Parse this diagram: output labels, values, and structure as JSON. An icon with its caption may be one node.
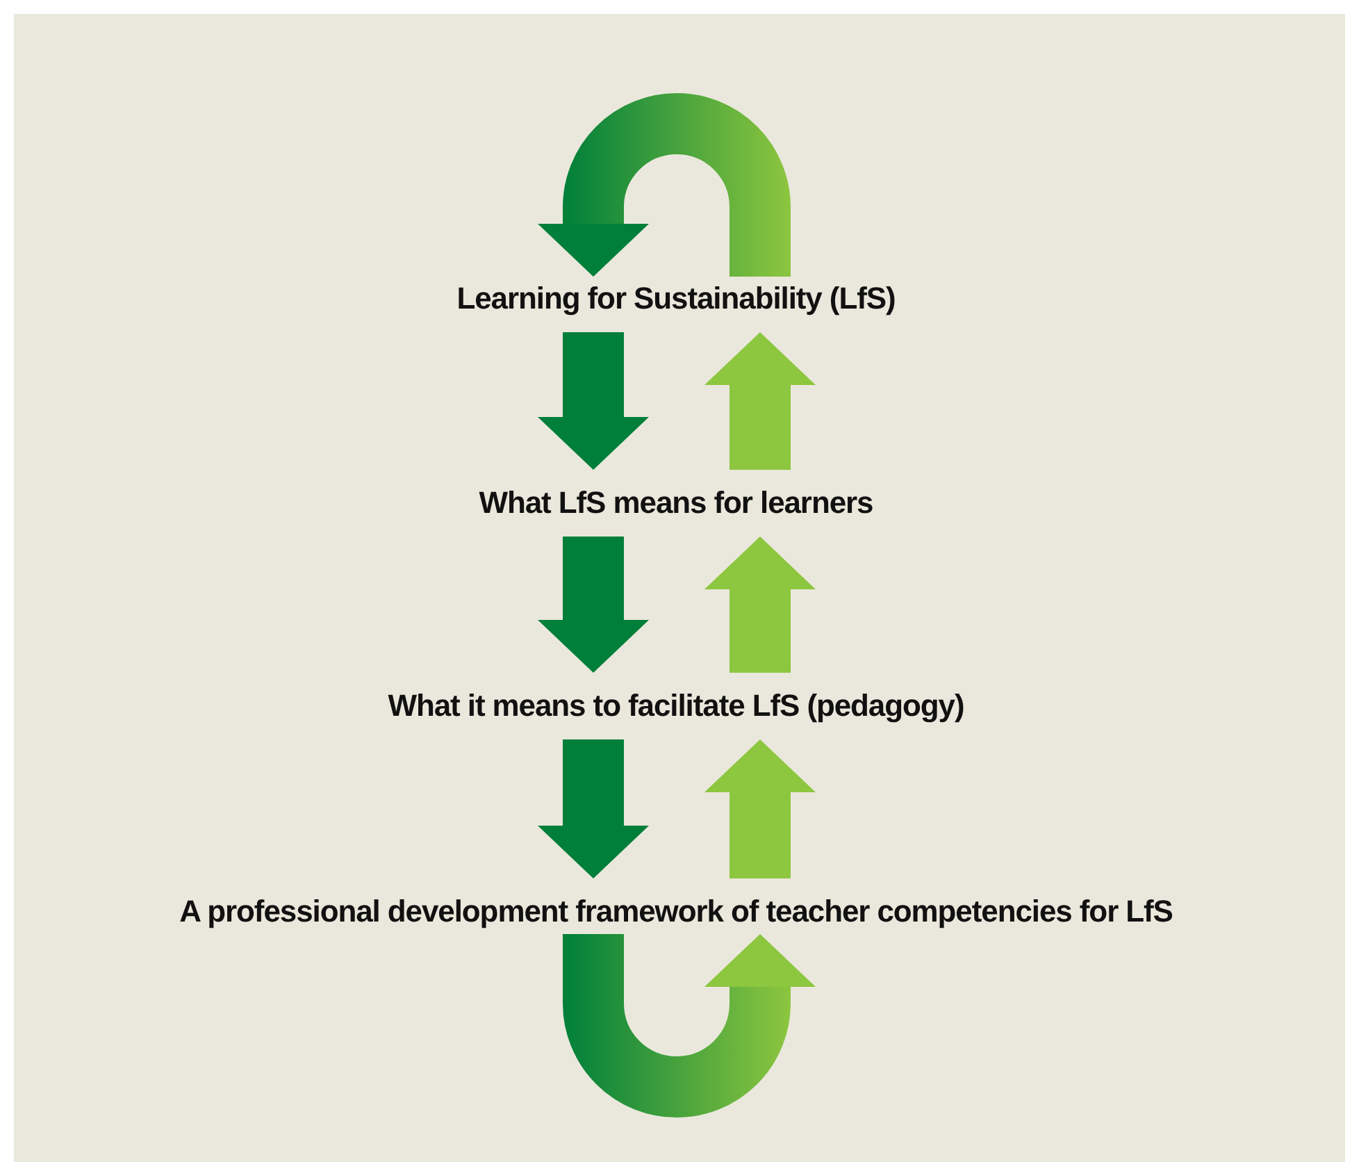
{
  "diagram": {
    "nodes": [
      {
        "text": [
          "Learning for Sustainability (LfS)"
        ]
      },
      {
        "text": [
          "What LfS means for learners"
        ]
      },
      {
        "text": [
          "What it means to facilitate LfS (pedagogy)"
        ]
      },
      {
        "text": [
          "A professional development framework of teacher competencies for LfS"
        ]
      }
    ],
    "edges": [
      {
        "from": 0,
        "to": 0,
        "arrow": "to"
      },
      {
        "from": 0,
        "to": 1,
        "arrow": "to"
      },
      {
        "from": 1,
        "to": 0,
        "arrow": "to",
        "color": "#8dc63f"
      },
      {
        "from": 1,
        "to": 2,
        "arrow": "to"
      },
      {
        "from": 2,
        "to": 1,
        "arrow": "to",
        "color": "#8dc63f"
      },
      {
        "from": 2,
        "to": 3,
        "arrow": "to"
      },
      {
        "from": 3,
        "to": 2,
        "arrow": "to",
        "color": "#8dc63f"
      },
      {
        "from": 3,
        "to": 3,
        "arrow": "to"
      }
    ]
  }
}
